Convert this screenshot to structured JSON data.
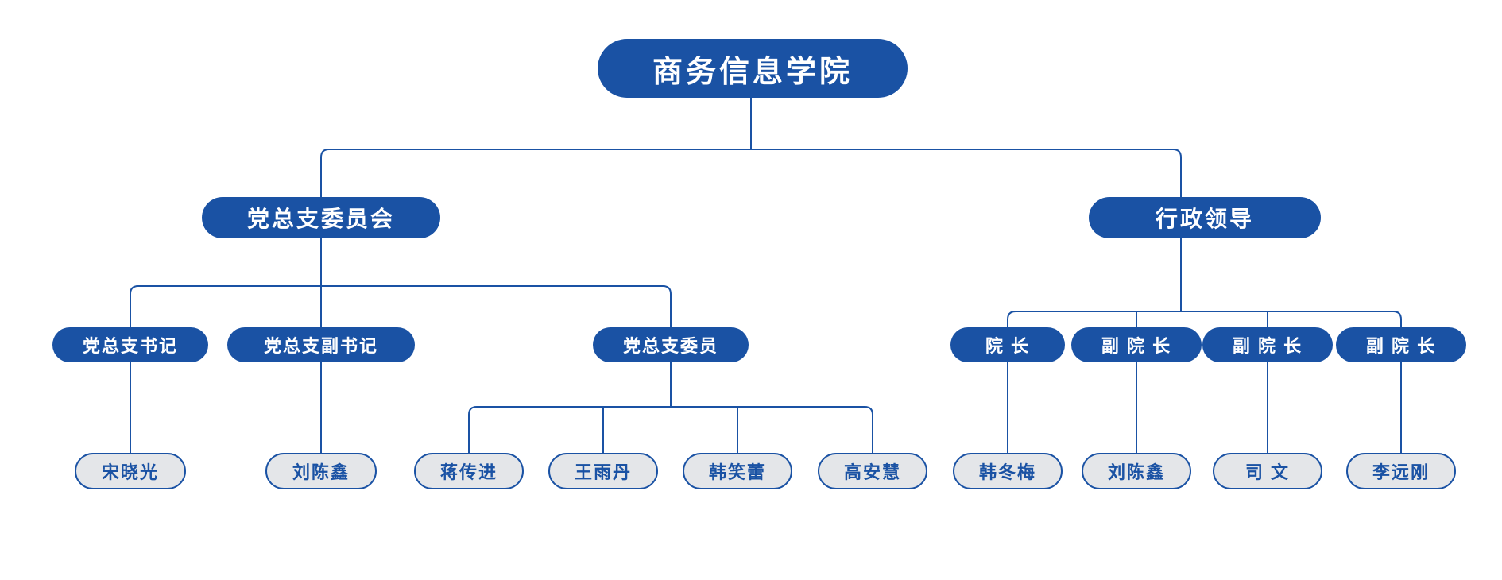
{
  "chart_data": {
    "type": "diagram",
    "title": "商务信息学院",
    "subtype": "org-chart",
    "colors": {
      "node_fill": "#1a52a4",
      "node_text": "#ffffff",
      "leaf_fill": "#e4e6e9",
      "leaf_border": "#1a52a4",
      "leaf_text": "#1a52a4",
      "connector": "#1a52a4",
      "background": "#ffffff"
    },
    "legend": [],
    "annotations": []
  },
  "org": {
    "root": {
      "label": "商务信息学院"
    },
    "branches": [
      {
        "label": "党总支委员会",
        "roles": [
          {
            "label": "党总支书记",
            "people": [
              {
                "name": "宋晓光"
              }
            ]
          },
          {
            "label": "党总支副书记",
            "people": [
              {
                "name": "刘陈鑫"
              }
            ]
          },
          {
            "label": "党总支委员",
            "people": [
              {
                "name": "蒋传进"
              },
              {
                "name": "王雨丹"
              },
              {
                "name": "韩笑蕾"
              },
              {
                "name": "高安慧"
              }
            ]
          }
        ]
      },
      {
        "label": "行政领导",
        "roles": [
          {
            "label": "院 长",
            "people": [
              {
                "name": "韩冬梅"
              }
            ]
          },
          {
            "label": "副 院 长",
            "people": [
              {
                "name": "刘陈鑫"
              }
            ]
          },
          {
            "label": "副 院 长",
            "people": [
              {
                "name": "司 文"
              }
            ]
          },
          {
            "label": "副 院 长",
            "people": [
              {
                "name": "李远刚"
              }
            ]
          }
        ]
      }
    ]
  }
}
